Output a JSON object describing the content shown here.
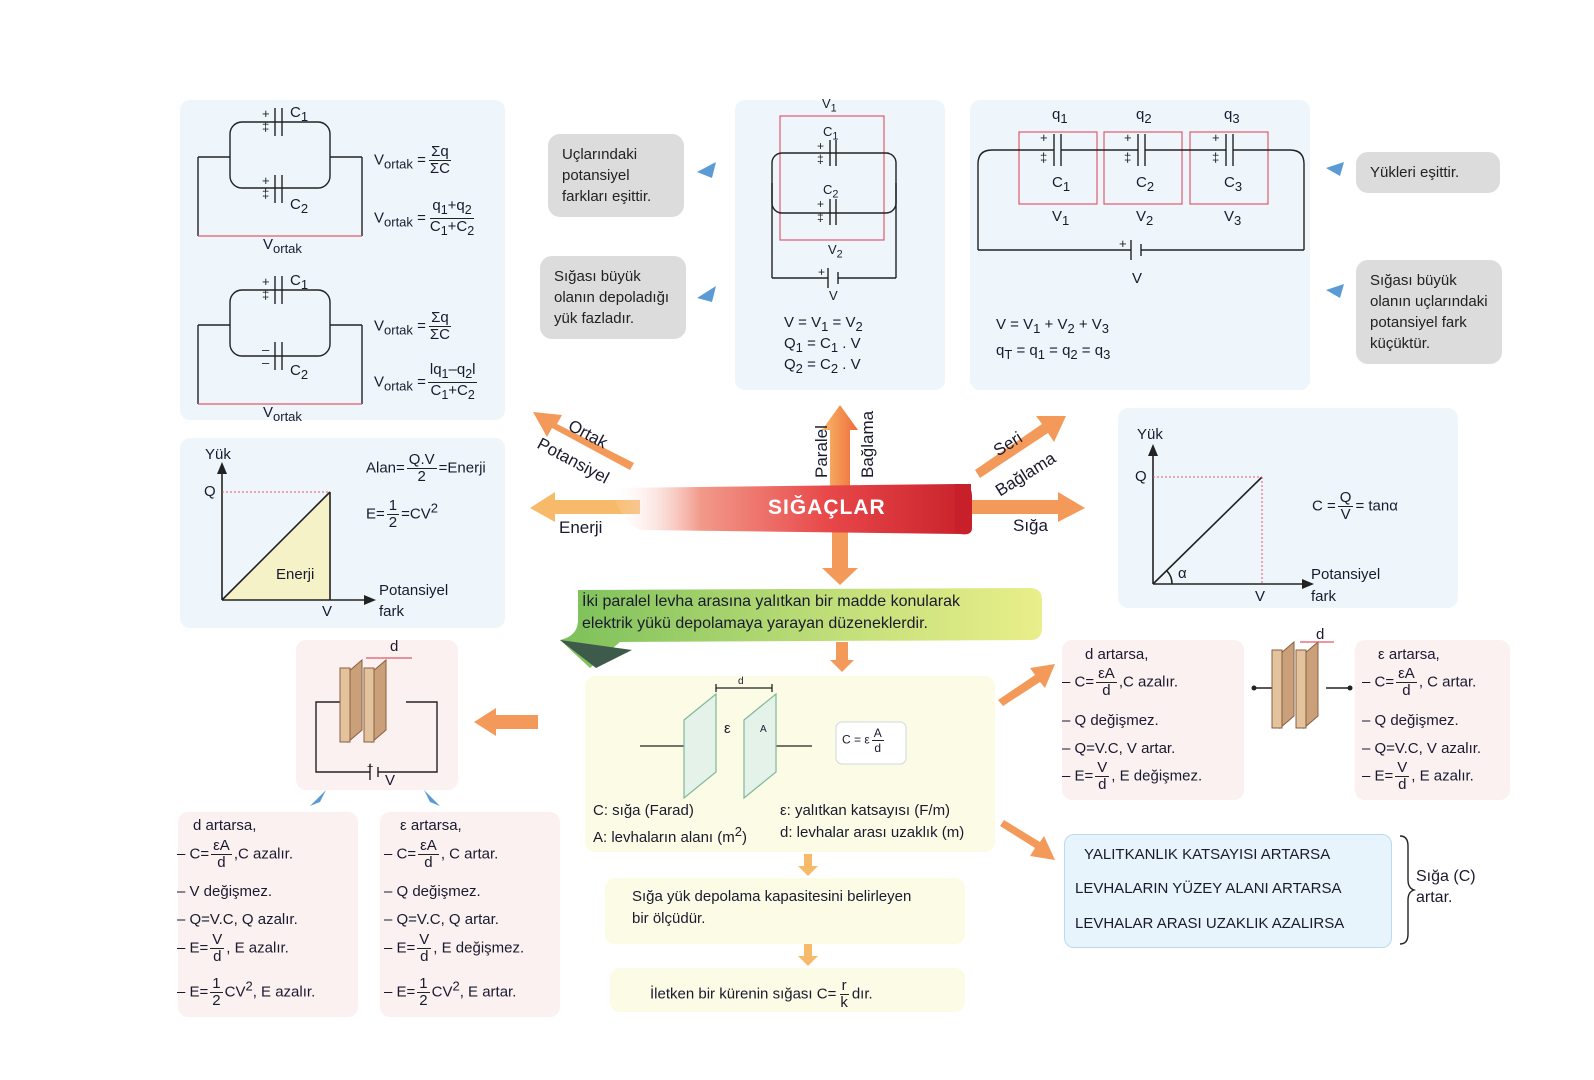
{
  "top_left_panel": {
    "c1": "C",
    "c1_sub": "1",
    "c2": "C",
    "c2_sub": "2",
    "vortak": "V",
    "vortak_sub": "ortak",
    "f1_num": "Σq",
    "f1_den": "ΣC",
    "f2_num": "q",
    "f2_num_sub1": "1",
    "f2_num_mid": "+q",
    "f2_num_sub2": "2",
    "f2_den": "C",
    "f2_den_sub1": "1",
    "f2_den_mid": "+C",
    "f2_den_sub2": "2",
    "f3_num": "Σq",
    "f3_den": "ΣC",
    "f4_num": "lq",
    "f4_num_sub1": "1",
    "f4_num_mid": "–q",
    "f4_num_sub2": "2",
    "f4_num_end": "l",
    "f4_den": "C",
    "f4_den_sub1": "1",
    "f4_den_mid": "+C",
    "f4_den_sub2": "2",
    "eq_sign": "="
  },
  "pills": {
    "ucl": "Uçlarındaki potansiyel farkları eşittir.",
    "siga_buyuk_yuk": "Sığası büyük olanın depoladığı yük fazladır.",
    "yukleri": "Yükleri eşittir.",
    "siga_buyuk_pot": "Sığası büyük olanın uçlarındaki potansiyel fark küçüktür."
  },
  "parallel_panel": {
    "v1": "V",
    "v1_sub": "1",
    "c1": "C",
    "c1_sub": "1",
    "c2": "C",
    "c2_sub": "2",
    "v2": "V",
    "v2_sub": "2",
    "v": "V",
    "eq1": "V = V",
    "eq1_s1": "1",
    "eq1_m": " = V",
    "eq1_s2": "2",
    "eq2": "Q",
    "eq2_s1": "1",
    "eq2_m": " = C",
    "eq2_s2": "1",
    "eq2_e": " . V",
    "eq3": "Q",
    "eq3_s1": "2",
    "eq3_m": " = C",
    "eq3_s2": "2",
    "eq3_e": " . V"
  },
  "series_panel": {
    "q1": "q",
    "q1s": "1",
    "q2": "q",
    "q2s": "2",
    "q3": "q",
    "q3s": "3",
    "c1": "C",
    "c1s": "1",
    "c2": "C",
    "c2s": "2",
    "c3": "C",
    "c3s": "3",
    "v1": "V",
    "v1s": "1",
    "v2": "V",
    "v2s": "2",
    "v3": "V",
    "v3s": "3",
    "v": "V",
    "eq1a": "V = V",
    "eq1s1": "1",
    "eq1b": " + V",
    "eq1s2": "2",
    "eq1c": " + V",
    "eq1s3": "3",
    "eq2a": "q",
    "eq2s0": "T",
    "eq2b": " = q",
    "eq2s1": "1",
    "eq2c": " = q",
    "eq2s2": "2",
    "eq2d": " = q",
    "eq2s3": "3"
  },
  "energy_graph": {
    "ylabel": "Yük",
    "q": "Q",
    "v": "V",
    "xlabel1": "Potansiyel",
    "xlabel2": "fark",
    "area_label": "Enerji",
    "alan_pre": "Alan=",
    "alan_num": "Q.V",
    "alan_den": "2",
    "alan_post": "=Enerji",
    "e_pre": "E=",
    "e_num": "1",
    "e_den": "2",
    "e_post": "=CV",
    "e_sup": "2"
  },
  "center": {
    "title": "SIĞAÇLAR",
    "ortak1": "Ortak",
    "ortak2": "Potansiyel",
    "paralel": "Paralel",
    "baglama": "Bağlama",
    "seri": "Seri",
    "seri_baglama": "Bağlama",
    "enerji": "Enerji",
    "siga": "Sığa",
    "definition1": "İki paralel levha arasına yalıtkan bir madde konularak",
    "definition2": "elektrik yükü depolamaya yarayan düzeneklerdir."
  },
  "siga_graph": {
    "ylabel": "Yük",
    "q": "Q",
    "v": "V",
    "alpha": "α",
    "xlabel1": "Potansiyel",
    "xlabel2": "fark",
    "c_pre": "C =",
    "c_num": "Q",
    "c_den": "V",
    "c_post": "= tanα"
  },
  "left_plate": {
    "d": "d",
    "v": "V"
  },
  "left_d_list": {
    "head": "d artarsa,",
    "l1_pre": "– C=",
    "l1_num": "εA",
    "l1_den": "d",
    "l1_post": ",C azalır.",
    "l2": "– V değişmez.",
    "l3": "– Q=V.C, Q azalır.",
    "l4_pre": "– E=",
    "l4_num": "V",
    "l4_den": "d",
    "l4_post": ", E azalır.",
    "l5_pre": "– E=",
    "l5_num": "1",
    "l5_den": "2",
    "l5_post": "CV",
    "l5_sup": "2",
    "l5_end": ", E azalır."
  },
  "left_e_list": {
    "head": "ε artarsa,",
    "l1_pre": "– C=",
    "l1_num": "εA",
    "l1_den": "d",
    "l1_post": ", C artar.",
    "l2": "– Q değişmez.",
    "l3": "– Q=V.C, Q artar.",
    "l4_pre": "– E=",
    "l4_num": "V",
    "l4_den": "d",
    "l4_post": ", E değişmez.",
    "l5_pre": "– E=",
    "l5_num": "1",
    "l5_den": "2",
    "l5_post": "CV",
    "l5_sup": "2",
    "l5_end": ", E artar."
  },
  "capacitor_center": {
    "d": "d",
    "eps": "ε",
    "a": "A",
    "c_pre": "C = ε",
    "c_num": "A",
    "c_den": "d",
    "leg1": "C: sığa (Farad)",
    "leg2": "A: levhaların alanı (m",
    "leg2_sup": "2",
    "leg2_end": ")",
    "leg3": "ε: yalıtkan katsayısı (F/m)",
    "leg4": "d: levhalar arası uzaklık (m)"
  },
  "info_boxes": {
    "siga_def1": "Sığa yük depolama kapasitesini belirleyen",
    "siga_def2": "bir ölçüdür.",
    "sphere_pre": "İletken bir kürenin sığası C=",
    "sphere_num": "r",
    "sphere_den": "k",
    "sphere_post": "dır."
  },
  "right_d_list": {
    "head": "d artarsa,",
    "l1_pre": "–   C=",
    "l1_num": "εA",
    "l1_den": "d",
    "l1_post": ",C azalır.",
    "l2": "–   Q değişmez.",
    "l3": "–   Q=V.C, V artar.",
    "l4_pre": "–   E=",
    "l4_num": "V",
    "l4_den": "d",
    "l4_post": ", E değişmez."
  },
  "right_plate": {
    "d": "d"
  },
  "right_e_list": {
    "head": "ε artarsa,",
    "l1_pre": "– C=",
    "l1_num": "εA",
    "l1_den": "d",
    "l1_post": ", C artar.",
    "l2": "– Q değişmez.",
    "l3": "– Q=V.C, V azalır.",
    "l4_pre": "– E=",
    "l4_num": "V",
    "l4_den": "d",
    "l4_post": ", E azalır."
  },
  "conditions": {
    "c1": "YALITKANLIK KATSAYISI ARTARSA",
    "c2": "LEVHALARIN YÜZEY ALANI ARTARSA",
    "c3": "LEVHALAR ARASI UZAKLIK AZALIRSA",
    "result1": "Sığa (C)",
    "result2": "artar."
  },
  "colors": {
    "title_red": "#e03a3e",
    "arrow_orange": "#f08a3c",
    "arrow_blue": "#5b9bd5",
    "green_band": "#a8d46a"
  }
}
